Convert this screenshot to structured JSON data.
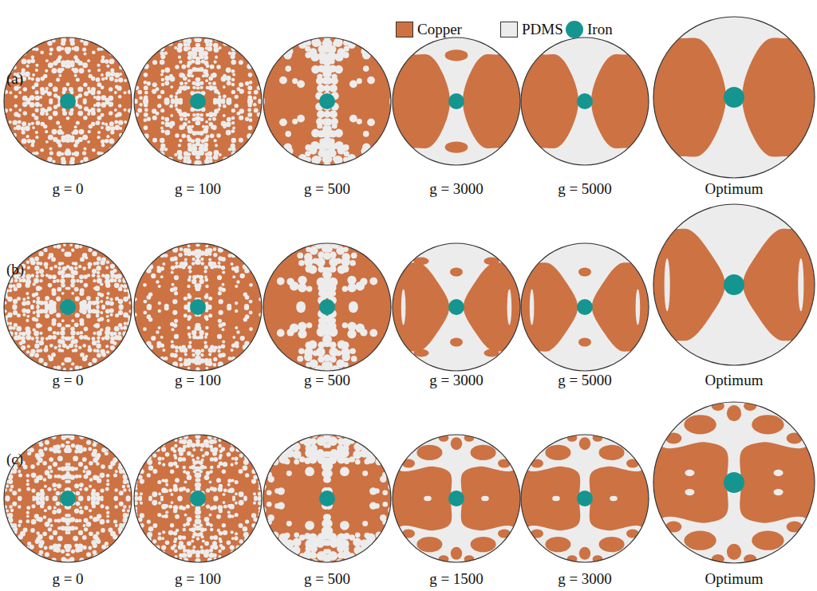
{
  "diagram": {
    "labels": [
      "(a)",
      "g = 0",
      "g = 100",
      "g = 500",
      "g = 3000",
      "g = 5000",
      "Optimum",
      "(b)",
      "g = 0",
      "g = 100",
      "g = 500",
      "g = 3000",
      "g = 5000",
      "Optimum",
      "(c)",
      "g = 0",
      "g = 100",
      "g = 500",
      "g = 1500",
      "g = 3000",
      "Optimum"
    ],
    "legend": [
      {
        "text": "Copper",
        "color": "#cd7243"
      },
      {
        "text": "PDMS",
        "color": "#ececec"
      },
      {
        "text": "Iron",
        "color": "#15958f"
      }
    ]
  }
}
